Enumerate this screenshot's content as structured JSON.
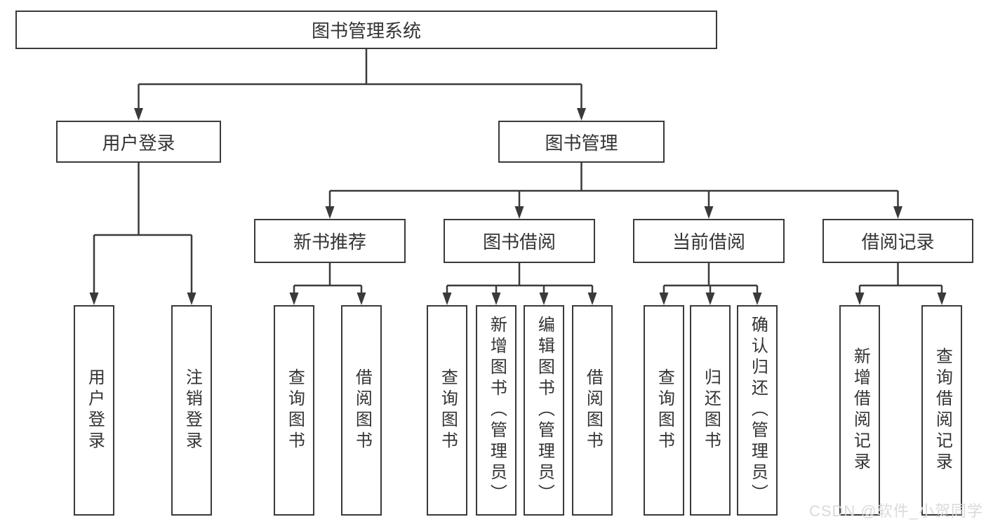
{
  "diagram": {
    "root": "图书管理系统",
    "level2": {
      "user_login": "用户登录",
      "book_management": "图书管理"
    },
    "level3": {
      "new_book_recommend": "新书推荐",
      "book_borrow": "图书借阅",
      "current_borrow": "当前借阅",
      "borrow_records": "借阅记录"
    },
    "leaves": {
      "user_login": [
        "用户登录",
        "注销登录"
      ],
      "new_book_recommend": [
        "查询图书",
        "借阅图书"
      ],
      "book_borrow": [
        "查询图书",
        "新增图书（管理员）",
        "编辑图书（管理员）",
        "借阅图书"
      ],
      "current_borrow": [
        "查询图书",
        "归还图书",
        "确认归还（管理员）"
      ],
      "borrow_records": [
        "新增借阅记录",
        "查询借阅记录"
      ]
    }
  },
  "watermark": "CSDN @软件_小贺同学",
  "colors": {
    "line": "#3a3a3a",
    "text": "#333333",
    "background": "#ffffff",
    "watermark": "#d9d9d9"
  }
}
